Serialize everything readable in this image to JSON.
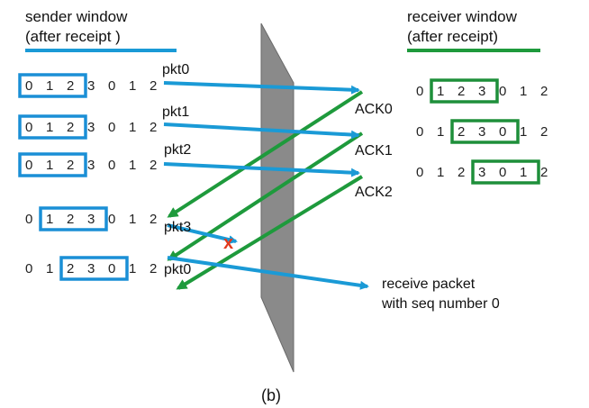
{
  "sender": {
    "title_line1": "sender window",
    "title_line2": "(after receipt )",
    "underline_color": "#1a9ad6",
    "rows": [
      {
        "digits": [
          "0",
          "1",
          "2",
          "3",
          "0",
          "1",
          "2"
        ],
        "window_start": 0,
        "window_len": 3
      },
      {
        "digits": [
          "0",
          "1",
          "2",
          "3",
          "0",
          "1",
          "2"
        ],
        "window_start": 0,
        "window_len": 3
      },
      {
        "digits": [
          "0",
          "1",
          "2",
          "3",
          "0",
          "1",
          "2"
        ],
        "window_start": 0,
        "window_len": 3
      },
      {
        "digits": [
          "0",
          "1",
          "2",
          "3",
          "0",
          "1",
          "2"
        ],
        "window_start": 1,
        "window_len": 3
      },
      {
        "digits": [
          "0",
          "1",
          "2",
          "3",
          "0",
          "1",
          "2"
        ],
        "window_start": 2,
        "window_len": 3
      }
    ]
  },
  "receiver": {
    "title_line1": "receiver window",
    "title_line2": "(after receipt)",
    "underline_color": "#1e9a3c",
    "rows": [
      {
        "digits": [
          "0",
          "1",
          "2",
          "3",
          "0",
          "1",
          "2"
        ],
        "window_start": 1,
        "window_len": 3
      },
      {
        "digits": [
          "0",
          "1",
          "2",
          "3",
          "0",
          "1",
          "2"
        ],
        "window_start": 2,
        "window_len": 3
      },
      {
        "digits": [
          "0",
          "1",
          "2",
          "3",
          "0",
          "1",
          "2"
        ],
        "window_start": 3,
        "window_len": 3
      }
    ]
  },
  "packets": [
    "pkt0",
    "pkt1",
    "pkt2",
    "pkt3",
    "pkt0"
  ],
  "acks": [
    "ACK0",
    "ACK1",
    "ACK2"
  ],
  "lost_marker": "x",
  "receive_note_line1": "receive packet",
  "receive_note_line2": "with seq number 0",
  "caption": "(b)",
  "colors": {
    "sender_box": "#1a8fd6",
    "receiver_box": "#1e8f3a",
    "packet_arrow": "#1a9ad6",
    "ack_arrow": "#1e9a3c",
    "loss": "#e23a1e",
    "channel": "#8a8a8a"
  }
}
